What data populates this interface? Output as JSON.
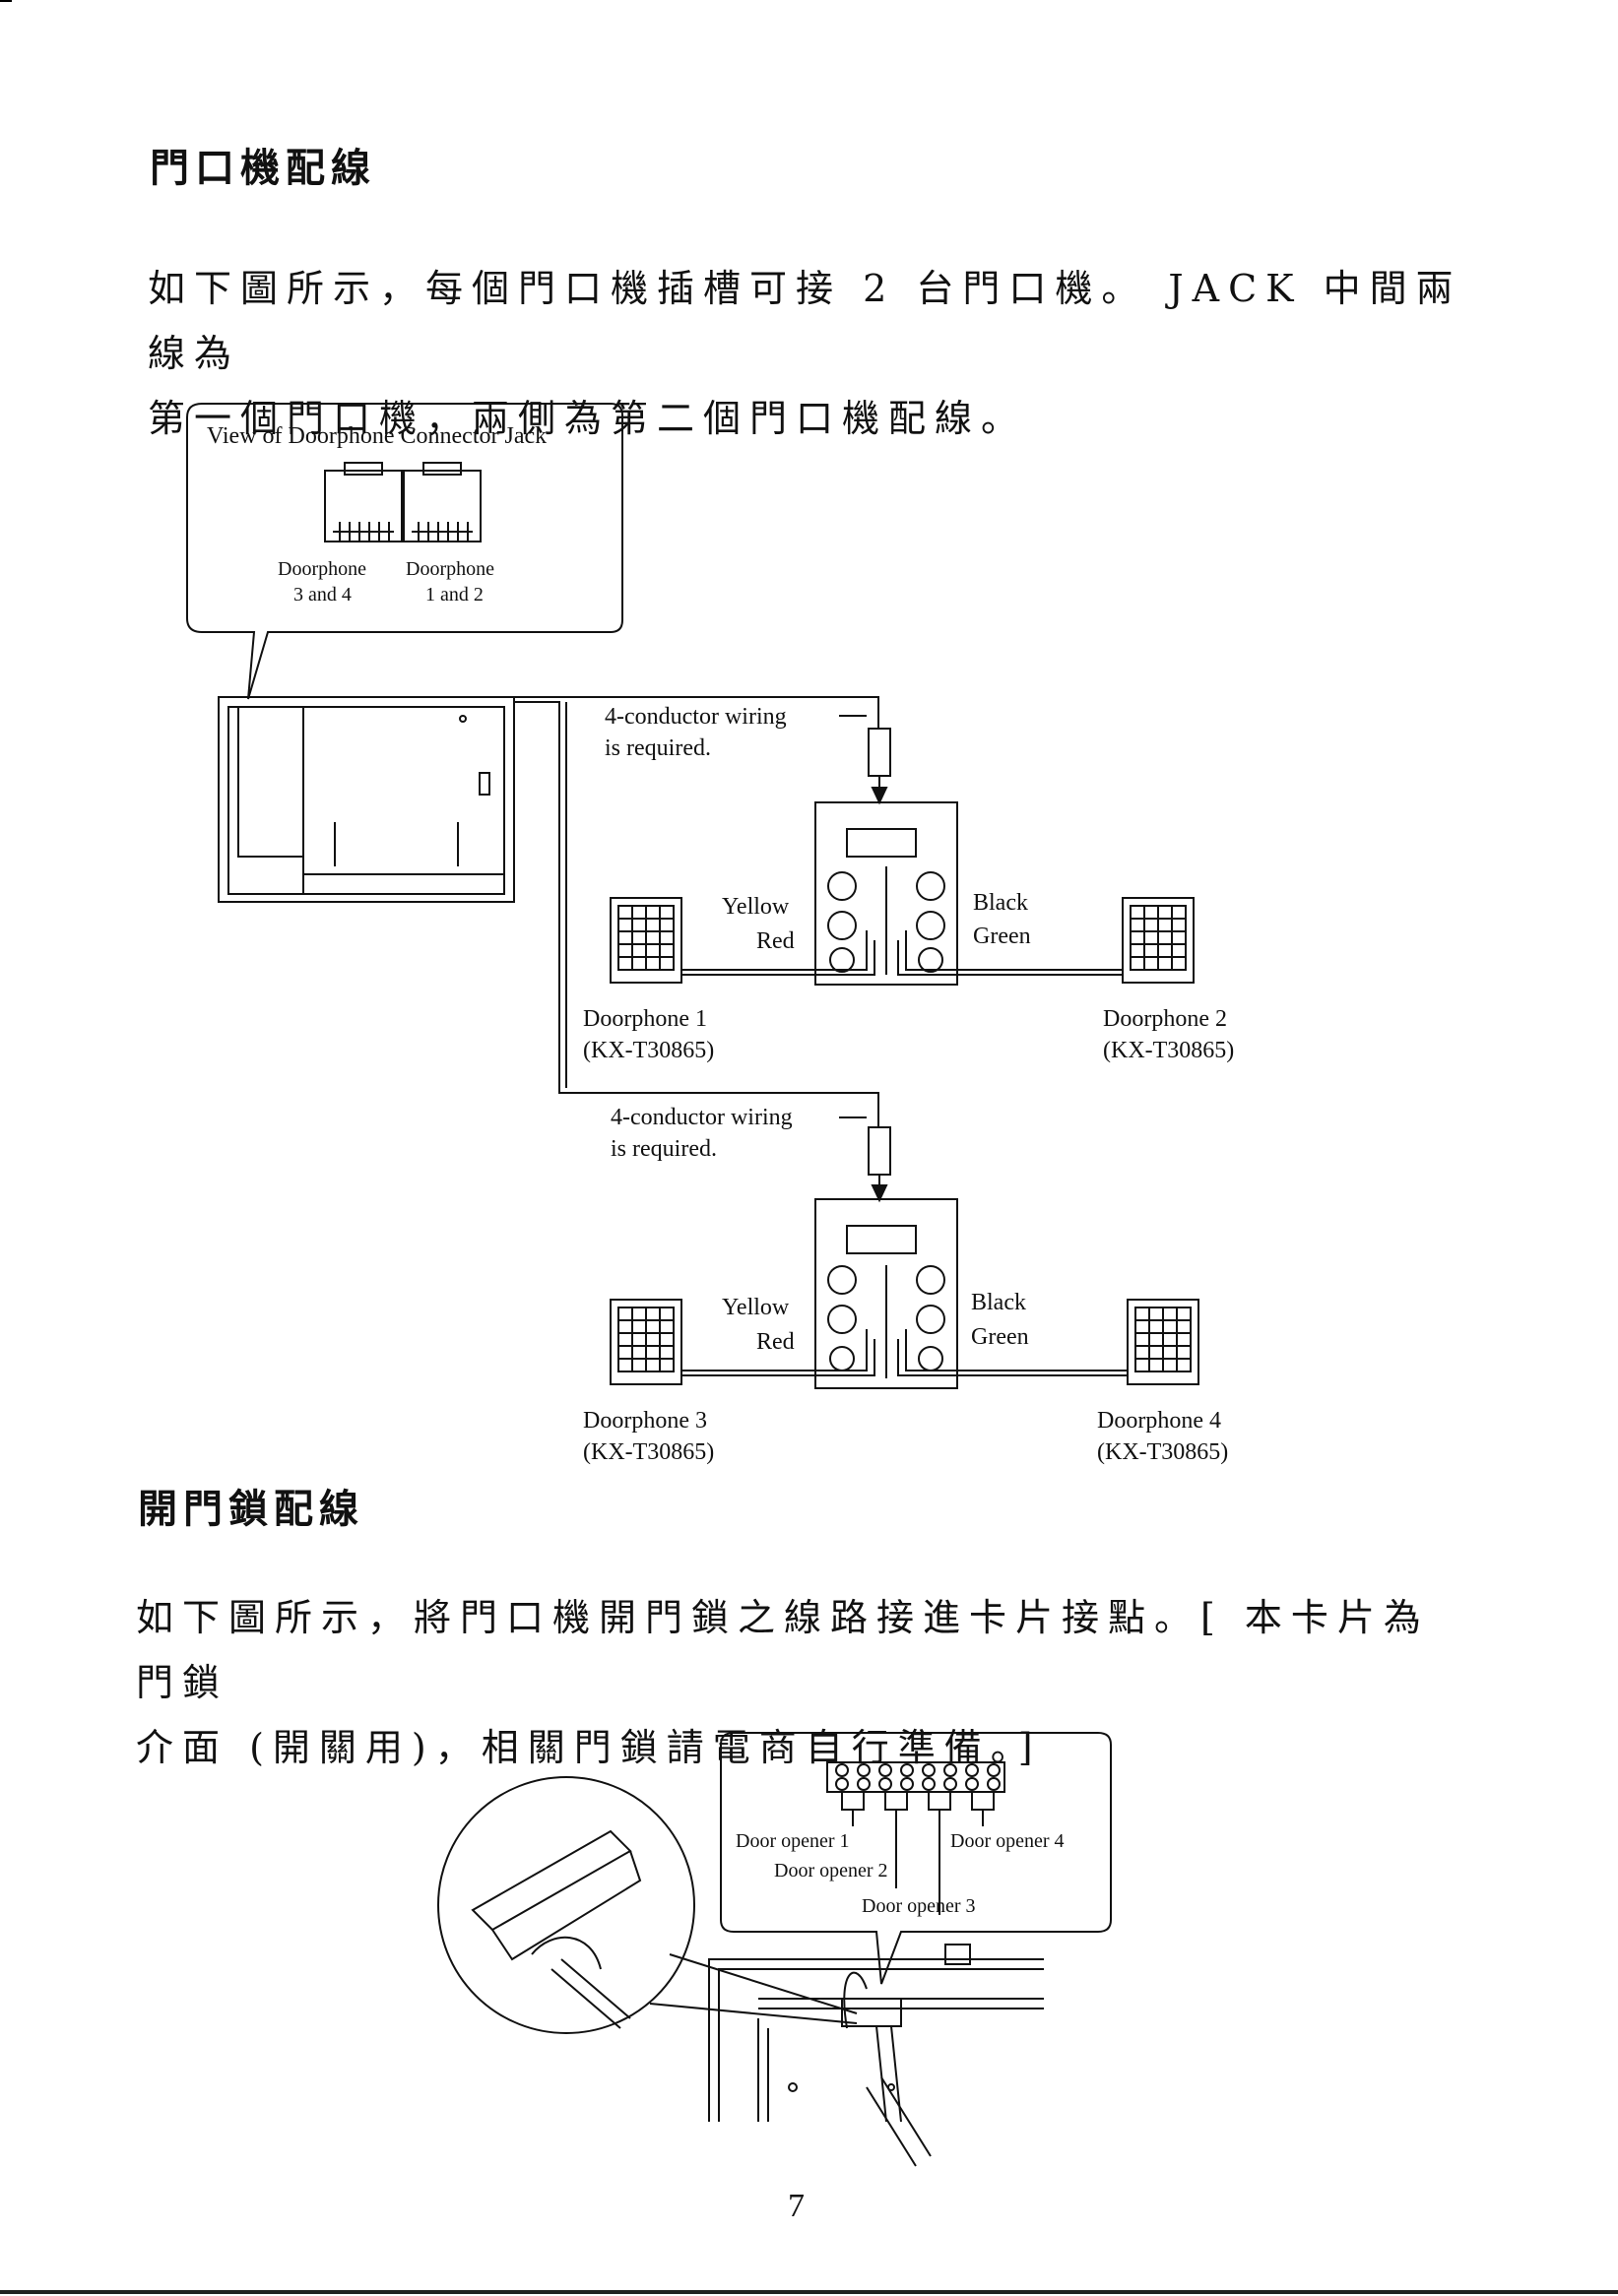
{
  "section1": {
    "heading": "門口機配線",
    "para_line1": "如下圖所示，每個門口機插槽可接 2 台門口機。 JACK 中間兩線為",
    "para_line2": "第一個門口機，兩側為第二個門口機配線。"
  },
  "diagram1": {
    "callout_title": "View of Doorphone Connector Jack",
    "jack_left_line1": "Doorphone",
    "jack_left_line2": "3 and 4",
    "jack_right_line1": "Doorphone",
    "jack_right_line2": "1 and 2",
    "wiring_note_line1": "4-conductor wiring",
    "wiring_note_line2": "is required.",
    "yellow": "Yellow",
    "red": "Red",
    "black": "Black",
    "green": "Green",
    "dp1_name": "Doorphone 1",
    "dp1_model": "(KX-T30865)",
    "dp2_name": "Doorphone 2",
    "dp2_model": "(KX-T30865)",
    "dp3_name": "Doorphone 3",
    "dp3_model": "(KX-T30865)",
    "dp4_name": "Doorphone 4",
    "dp4_model": "(KX-T30865)"
  },
  "section2": {
    "heading": "開門鎖配線",
    "para_line1": "如下圖所示，將門口機開門鎖之線路接進卡片接點。[ 本卡片為門鎖",
    "para_line2": "介面 (開關用)，相關門鎖請電商自行準備。]"
  },
  "diagram2": {
    "opener1": "Door opener 1",
    "opener2": "Door opener 2",
    "opener3": "Door opener 3",
    "opener4": "Door opener 4"
  },
  "page_number": "7"
}
